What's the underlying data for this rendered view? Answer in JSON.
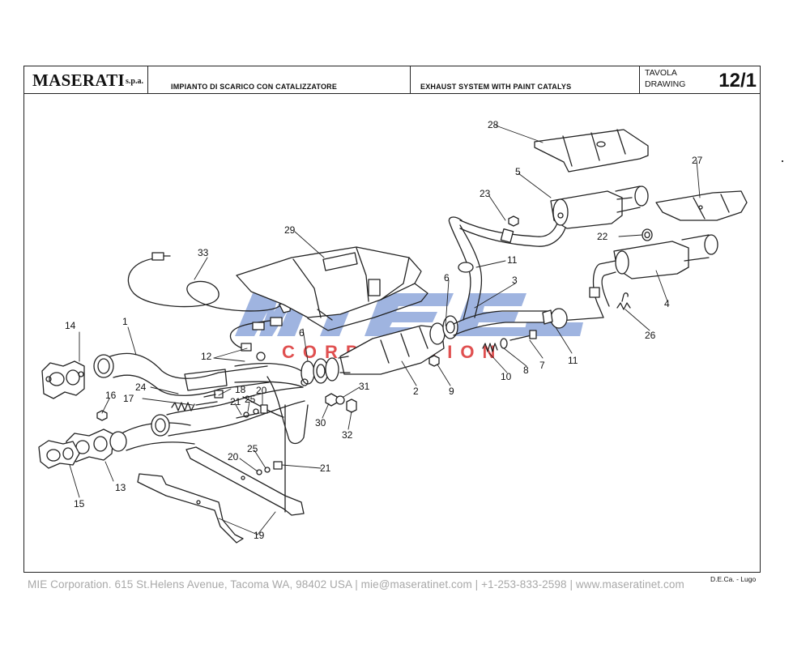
{
  "header": {
    "brand": "MASERATI",
    "brand_suffix": "s.p.a.",
    "title_it": "IMPIANTO DI SCARICO CON CATALIZZATORE",
    "title_en": "EXHAUST SYSTEM WITH PAINT CATALYS",
    "tavola_label": "TAVOLA",
    "drawing_label": "DRAWING",
    "drawing_number": "12/1"
  },
  "watermark": {
    "text": "CORPORATION",
    "colors": {
      "blue": "#5b7fc4",
      "red": "#e03c3c"
    }
  },
  "callouts": [
    "1",
    "2",
    "3",
    "4",
    "5",
    "6",
    "6",
    "7",
    "8",
    "9",
    "10",
    "11",
    "11",
    "12",
    "13",
    "14",
    "15",
    "16",
    "17",
    "18",
    "19",
    "20",
    "20",
    "21",
    "21",
    "22",
    "23",
    "24",
    "25",
    "25",
    "26",
    "27",
    "28",
    "29",
    "30",
    "31",
    "32",
    "33"
  ],
  "credit": "D.E.Ca. - Lugo",
  "footer": "MIE Corporation. 615 St.Helens Avenue, Tacoma WA, 98402 USA  |  mie@maseratinet.com  |   +1-253-833-2598   |  www.maseratinet.com"
}
